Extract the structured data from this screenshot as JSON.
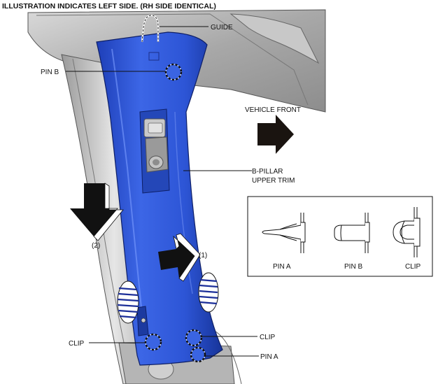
{
  "title": "ILLUSTRATION INDICATES LEFT SIDE. (RH SIDE IDENTICAL)",
  "callouts": {
    "guide": "GUIDE",
    "pin_b": "PIN B",
    "vehicle_front": "VEHICLE FRONT",
    "b_pillar_line1": "B-PILLAR",
    "b_pillar_line2": "UPPER TRIM",
    "step_1": "(1)",
    "step_2": "(2)",
    "clip_left": "CLIP",
    "clip_right": "CLIP",
    "pin_a": "PIN A"
  },
  "inset": {
    "labels": [
      "PIN A",
      "PIN B",
      "CLIP"
    ]
  },
  "colors": {
    "trim_blue": "#2f55d4",
    "body_grey": "#b9b9b9",
    "arrow_black": "#111111"
  }
}
